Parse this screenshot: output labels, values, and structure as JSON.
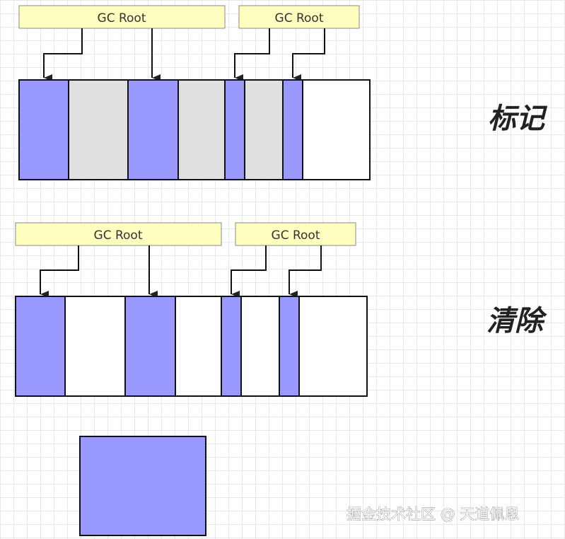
{
  "colors": {
    "live": "#9999ff",
    "garbage": "#e0e0e0",
    "free": "#ffffff",
    "root_fill": "#ffffc0",
    "root_border": "#888888",
    "stroke": "#111111"
  },
  "panels": [
    {
      "id": "mark",
      "stage_label": "标记",
      "roots": [
        {
          "label": "GC Root"
        },
        {
          "label": "GC Root"
        }
      ],
      "cells": [
        "live",
        "garbage",
        "live",
        "garbage",
        "live",
        "garbage",
        "live",
        "free"
      ]
    },
    {
      "id": "sweep",
      "stage_label": "清除",
      "roots": [
        {
          "label": "GC Root"
        },
        {
          "label": "GC Root"
        }
      ],
      "cells": [
        "live",
        "free",
        "live",
        "free",
        "live",
        "free",
        "live",
        "free"
      ]
    }
  ],
  "allocation_block": {
    "state": "live"
  },
  "watermark": "掘金技术社区 @ 天道佩恩"
}
